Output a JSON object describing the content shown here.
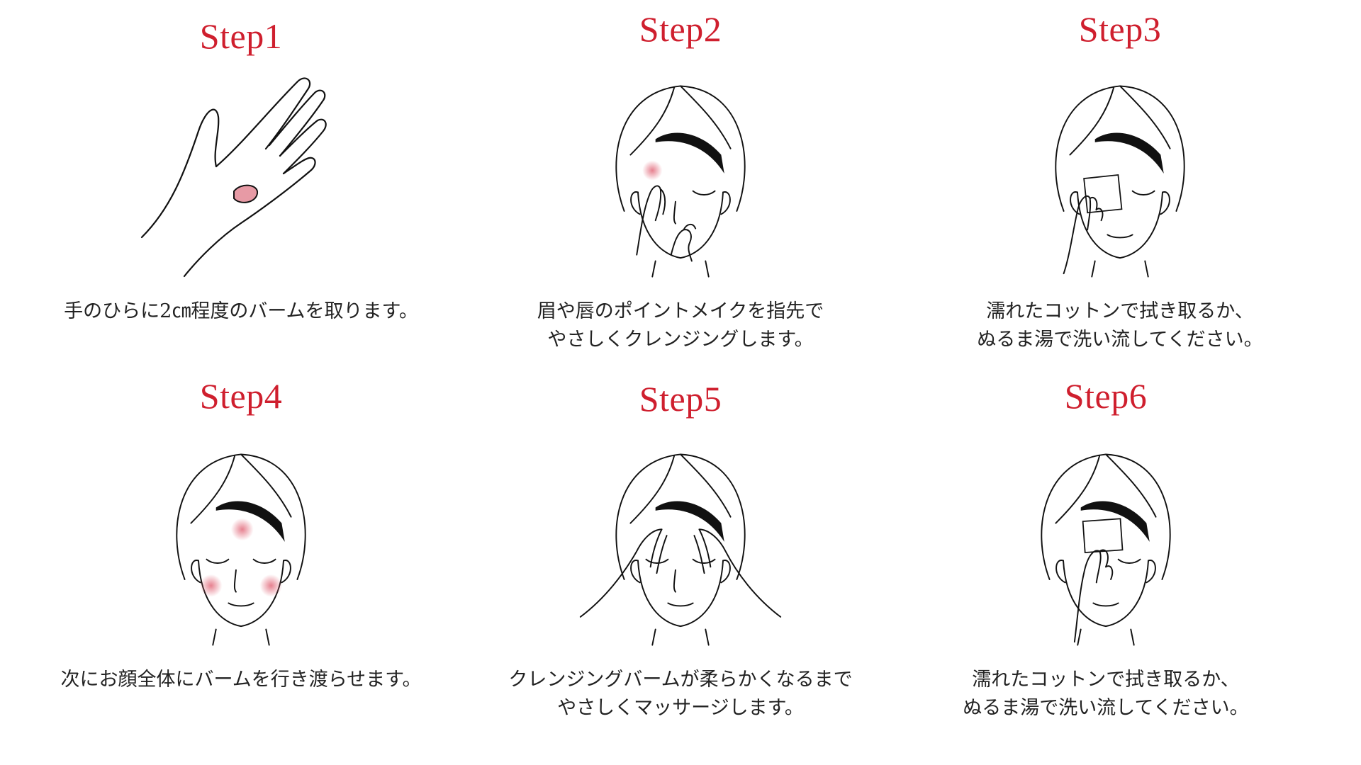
{
  "colors": {
    "title": "#cf1f2e",
    "balm": "#e79aa5",
    "text": "#222222"
  },
  "steps": [
    {
      "title": "Step1",
      "lines": [
        "手のひらに2㎝程度のバームを取ります。"
      ],
      "icon": "hand-balm-icon"
    },
    {
      "title": "Step2",
      "lines": [
        "眉や唇のポイントメイクを指先で",
        "やさしくクレンジングします。"
      ],
      "icon": "face-fingertips-icon"
    },
    {
      "title": "Step3",
      "lines": [
        "濡れたコットンで拭き取るか、",
        "ぬるま湯で洗い流してください。"
      ],
      "icon": "face-cotton-icon"
    },
    {
      "title": "Step4",
      "lines": [
        "次にお顔全体にバームを行き渡らせます。"
      ],
      "icon": "face-balm-dots-icon"
    },
    {
      "title": "Step5",
      "lines": [
        "クレンジングバームが柔らかくなるまで",
        "やさしくマッサージします。"
      ],
      "icon": "face-massage-icon"
    },
    {
      "title": "Step6",
      "lines": [
        "濡れたコットンで拭き取るか、",
        "ぬるま湯で洗い流してください。"
      ],
      "icon": "face-cotton-forehead-icon"
    }
  ]
}
